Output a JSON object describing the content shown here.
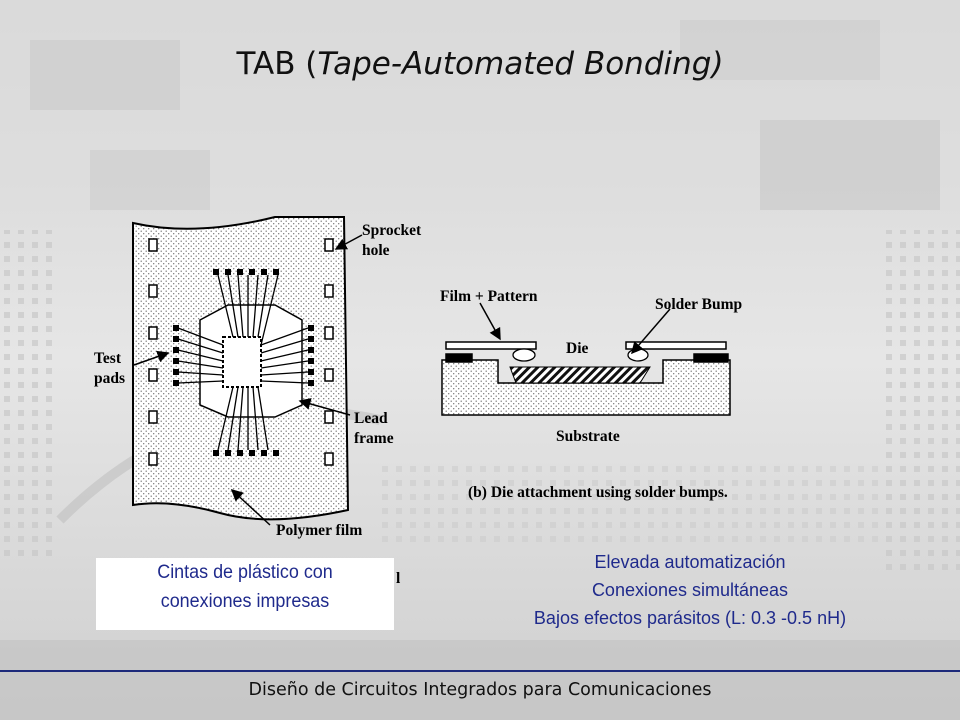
{
  "slide": {
    "title_main": "TAB (",
    "title_italic": "Tape-Automated Bonding)",
    "footer": "Diseño de Circuitos Integrados para Comunicaciones"
  },
  "diagram_left": {
    "label_sprocket_1": "Sprocket",
    "label_sprocket_2": "hole",
    "label_test_1": "Test",
    "label_test_2": "pads",
    "label_lead_1": "Lead",
    "label_lead_2": "frame",
    "label_polymer": "Polymer film",
    "label_partial": "l"
  },
  "diagram_right": {
    "label_film": "Film + Pattern",
    "label_bump": "Solder Bump",
    "label_die": "Die",
    "label_substrate": "Substrate",
    "caption": "(b) Die attachment using solder bumps."
  },
  "note": {
    "line1": "Cintas de plástico con",
    "line2": "conexiones impresas"
  },
  "bullets": {
    "line1": "Elevada automatización",
    "line2": "Conexiones simultáneas",
    "line3": "Bajos efectos parásitos (L: 0.3 -0.5 nH)"
  },
  "colors": {
    "text_blue": "#1f2a8c",
    "footer_rule": "#1d2a7a"
  }
}
